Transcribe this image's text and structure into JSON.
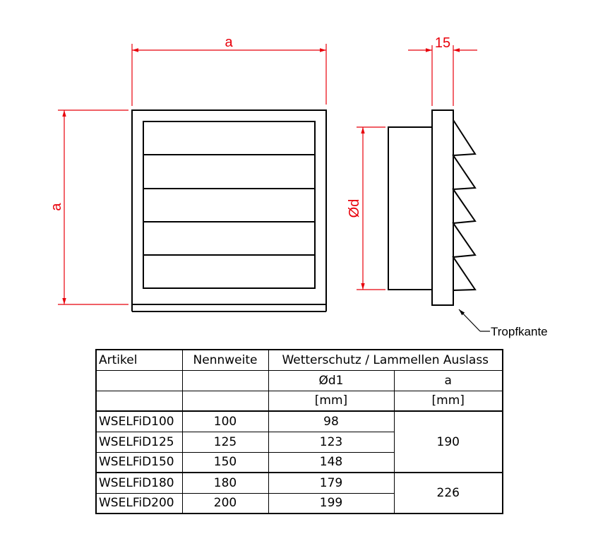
{
  "drawing": {
    "front_width_label": "a",
    "front_height_label": "a",
    "diameter_label": "Ød",
    "flange_label": "15",
    "drip_edge_label": "Tropfkante",
    "colors": {
      "dimension": "#e8000b",
      "outline": "#000000"
    }
  },
  "table": {
    "headers": [
      "Artikel",
      "Nennweite",
      "Wetterschutz / Lammellen Auslass"
    ],
    "subheaders": [
      "",
      "",
      "Ød1",
      "a"
    ],
    "units": [
      "",
      "",
      "[mm]",
      "[mm]"
    ],
    "rows": [
      {
        "artikel": "WSELFiD100",
        "nennweite": "100",
        "d1": "98"
      },
      {
        "artikel": "WSELFiD125",
        "nennweite": "125",
        "d1": "123"
      },
      {
        "artikel": "WSELFiD150",
        "nennweite": "150",
        "d1": "148"
      },
      {
        "artikel": "WSELFiD180",
        "nennweite": "180",
        "d1": "179"
      },
      {
        "artikel": "WSELFiD200",
        "nennweite": "200",
        "d1": "199"
      }
    ],
    "a_groups": [
      "190",
      "226"
    ]
  }
}
